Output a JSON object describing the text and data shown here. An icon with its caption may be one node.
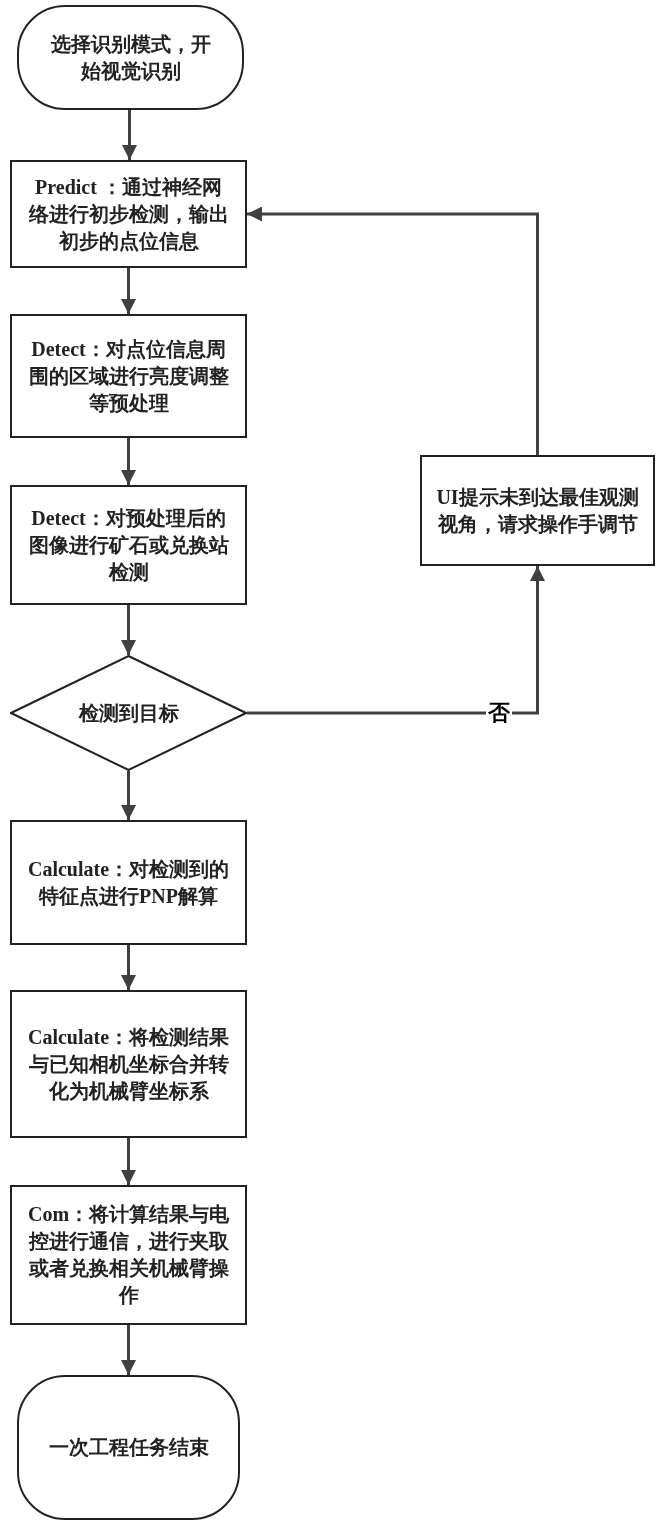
{
  "diagram": {
    "nodes": [
      {
        "text": [
          "选择识别模式，开始视觉识别"
        ]
      },
      {
        "text": [
          "Predict ：通过神经网络进行初步检测，输出初步的点位信息"
        ]
      },
      {
        "text": [
          "Detect：对点位信息周围的区域进行亮度调整等预处理"
        ]
      },
      {
        "text": [
          "Detect：对预处理后的图像进行矿石或兑换站检测"
        ]
      },
      {
        "text": [
          "检测到目标"
        ]
      },
      {
        "text": [
          "Calculate：对检测到的特征点进行PNP解算"
        ]
      },
      {
        "text": [
          "Calculate：将检测结果与已知相机坐标合并转化为机械臂坐标系"
        ]
      },
      {
        "text": [
          "Com：将计算结果与电控进行通信，进行夹取或者兑换相关机械臂操作"
        ]
      },
      {
        "text": [
          "一次工程任务结束"
        ]
      },
      {
        "text": [
          "UI提示未到达最佳观测视角，请求操作手调节"
        ]
      }
    ],
    "edges": [
      {
        "from": 0,
        "to": 1,
        "arrow": "to"
      },
      {
        "from": 1,
        "to": 2,
        "arrow": "to"
      },
      {
        "from": 2,
        "to": 3,
        "arrow": "to"
      },
      {
        "from": 3,
        "to": 4,
        "arrow": "to"
      },
      {
        "from": 4,
        "to": 9,
        "arrow": "to",
        "label": "否"
      },
      {
        "from": 9,
        "to": 1,
        "arrow": "to"
      },
      {
        "from": 4,
        "to": 5,
        "arrow": "to"
      },
      {
        "from": 5,
        "to": 6,
        "arrow": "to"
      },
      {
        "from": 6,
        "to": 7,
        "arrow": "to"
      },
      {
        "from": 7,
        "to": 8,
        "arrow": "to"
      }
    ]
  }
}
